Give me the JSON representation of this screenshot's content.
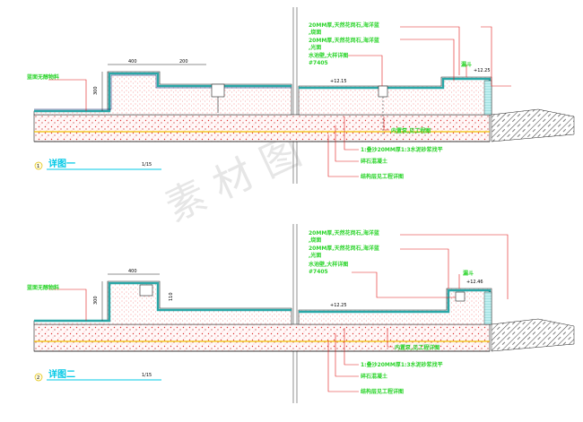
{
  "detail1": {
    "title": "详图一",
    "scale": "1/15",
    "marker": "1",
    "left_label": "蓝面无醇物料",
    "dims": [
      "400",
      "200"
    ],
    "dim_vertical": "300",
    "level_a": "+12.25",
    "level_b": "+12.15",
    "label_1": "20MM厚,天然花岗石,海洋蓝",
    "label_1b": ",烧面",
    "label_2": "20MM厚,天然花岗石,海洋蓝",
    "label_2b": ",光面",
    "label_3": "水池壁,大样详图",
    "label_3b": "#7405",
    "label_right": "漏斗",
    "label_sub1": "内置泵,见工程图",
    "label_sub2": "1:叠沙20MM厚1:3水泥砂浆找平",
    "label_sub3": "碎石混凝土",
    "label_sub4": "结构层见工程详图"
  },
  "detail2": {
    "title": "详图二",
    "scale": "1/15",
    "marker": "2",
    "left_label": "蓝面无醇物料",
    "dims": [
      "400"
    ],
    "dim_vertical": "300",
    "dim_vertical_b": "110",
    "level_a": "+12.46",
    "level_b": "+12.25",
    "label_1": "20MM厚,天然花岗石,海洋蓝",
    "label_1b": ",烧面",
    "label_2": "20MM厚,天然花岗石,海洋蓝",
    "label_2b": ",光面",
    "label_3": "水池壁,大样详图",
    "label_3b": "#7405",
    "label_right": "漏斗",
    "label_sub1": "内置泵,见工程详图",
    "label_sub2": "1:叠沙20MM厚1:3水泥砂浆找平",
    "label_sub3": "碎石混凝土",
    "label_sub4": "结构层见工程详图"
  },
  "watermark": "素 材 图",
  "colors": {
    "label": "#2bd42b",
    "leader": "#e01818",
    "title": "#00c8e6",
    "water": "#7fd8d8",
    "concrete_dot": "#e03030",
    "soil": "#333333"
  }
}
